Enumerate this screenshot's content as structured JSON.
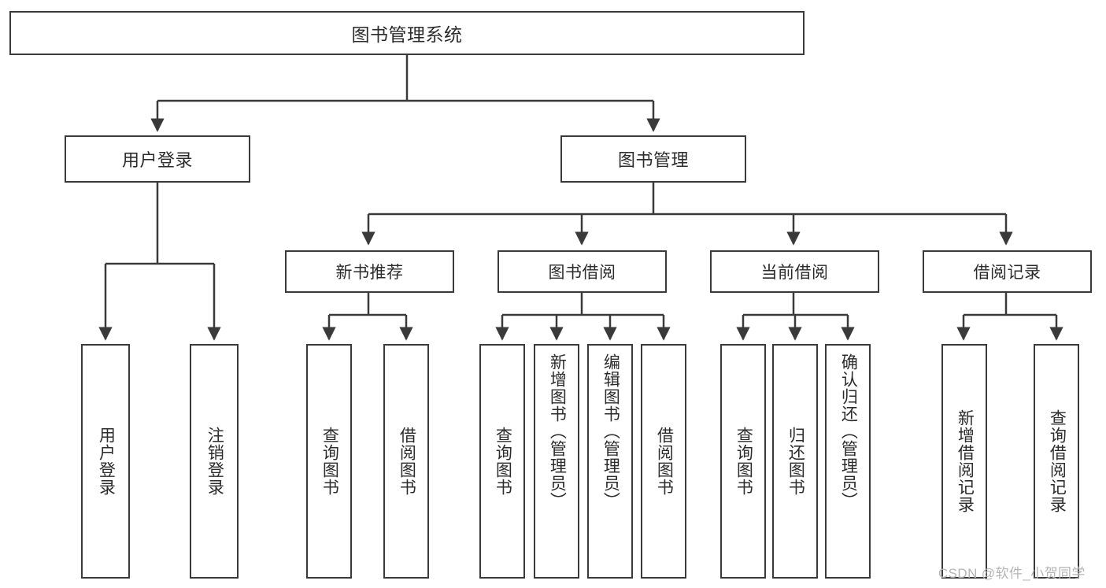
{
  "diagram": {
    "title": "图书管理系统",
    "root": {
      "label": "图书管理系统"
    },
    "level2": [
      {
        "label": "用户登录"
      },
      {
        "label": "图书管理"
      }
    ],
    "level3": [
      {
        "label": "新书推荐"
      },
      {
        "label": "图书借阅"
      },
      {
        "label": "当前借阅"
      },
      {
        "label": "借阅记录"
      }
    ],
    "leaves": {
      "user_login": [
        {
          "label": "用户登录"
        },
        {
          "label": "注销登录"
        }
      ],
      "new_book_recommend": [
        {
          "label": "查询图书"
        },
        {
          "label": "借阅图书"
        }
      ],
      "book_borrow": [
        {
          "label": "查询图书"
        },
        {
          "label": "新增图书（管理员）"
        },
        {
          "label": "编辑图书（管理员）"
        },
        {
          "label": "借阅图书"
        }
      ],
      "current_borrow": [
        {
          "label": "查询图书"
        },
        {
          "label": "归还图书"
        },
        {
          "label": "确认归还（管理员）"
        }
      ],
      "borrow_record": [
        {
          "label": "新增借阅记录"
        },
        {
          "label": "查询借阅记录"
        }
      ]
    },
    "watermark": "CSDN @软件_小贺同学",
    "colors": {
      "stroke": "#3a3a3a",
      "text": "#2b2b2b",
      "background": "#ffffff",
      "watermark": "#b4b4b4"
    }
  }
}
